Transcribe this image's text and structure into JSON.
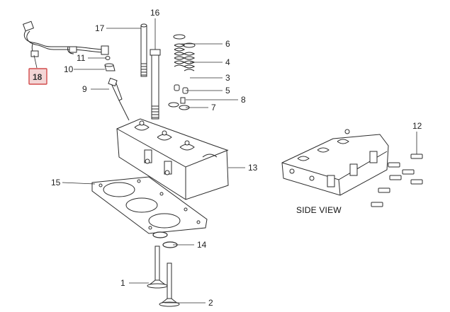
{
  "diagram": {
    "side_view_caption": "SIDE VIEW",
    "selected_part": "18",
    "colors": {
      "line": "#2b2b2b",
      "highlight_border": "#d24b4b",
      "highlight_fill": "#f3d6d6",
      "background": "#ffffff"
    },
    "callouts": [
      {
        "id": "c1",
        "label": "1"
      },
      {
        "id": "c2",
        "label": "2"
      },
      {
        "id": "c3",
        "label": "3"
      },
      {
        "id": "c4",
        "label": "4"
      },
      {
        "id": "c5",
        "label": "5"
      },
      {
        "id": "c6",
        "label": "6"
      },
      {
        "id": "c7",
        "label": "7"
      },
      {
        "id": "c8",
        "label": "8"
      },
      {
        "id": "c9",
        "label": "9"
      },
      {
        "id": "c10",
        "label": "10"
      },
      {
        "id": "c11",
        "label": "11"
      },
      {
        "id": "c12",
        "label": "12"
      },
      {
        "id": "c13",
        "label": "13"
      },
      {
        "id": "c14",
        "label": "14"
      },
      {
        "id": "c15",
        "label": "15"
      },
      {
        "id": "c16",
        "label": "16"
      },
      {
        "id": "c17",
        "label": "17"
      },
      {
        "id": "c18",
        "label": "18"
      }
    ]
  }
}
